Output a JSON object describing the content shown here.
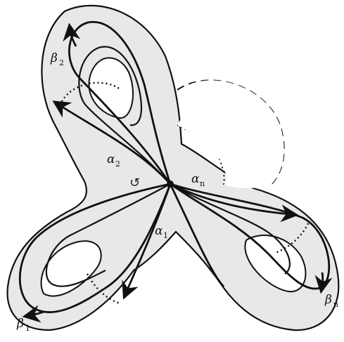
{
  "labels": {
    "beta2": {
      "sym": "β",
      "sub": "2"
    },
    "alpha2": {
      "sym": "α",
      "sub": "2"
    },
    "alphan": {
      "sym": "α",
      "sub": "n"
    },
    "alpha1": {
      "sym": "α",
      "sub": "1"
    },
    "beta1": {
      "sym": "β",
      "sub": "1"
    },
    "betan": {
      "sym": "β",
      "sub": "n"
    }
  },
  "orientation_glyph": "↺",
  "colors": {
    "surface_fill": "#e8e8e8",
    "stroke": "#111111",
    "hole_fill": "#ffffff"
  }
}
